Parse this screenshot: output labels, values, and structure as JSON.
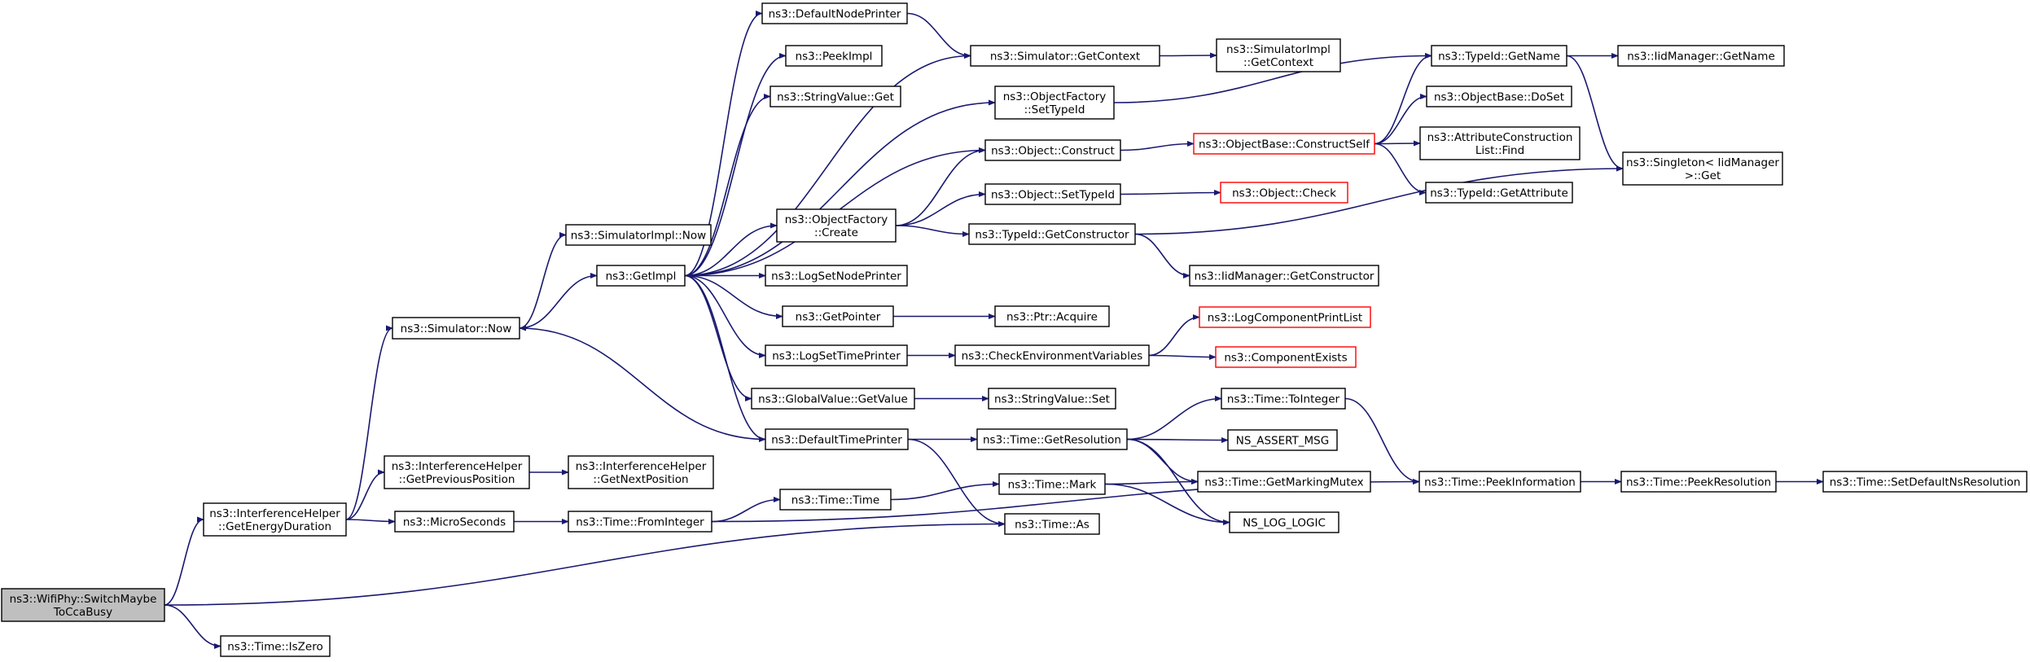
{
  "graph": {
    "root": "root",
    "colors": {
      "edge": "#191970",
      "node_border": "#000000",
      "missing_border": "#ff0000",
      "root_fill": "#bfbfbf",
      "node_fill": "#ffffff"
    },
    "nodes": [
      {
        "id": "root",
        "lines": [
          "ns3::WifiPhy::SwitchMaybe",
          "ToCcaBusy"
        ],
        "style": "root"
      },
      {
        "id": "isZero",
        "lines": [
          "ns3::Time::IsZero"
        ],
        "style": "normal"
      },
      {
        "id": "getEnergy",
        "lines": [
          "ns3::InterferenceHelper",
          "::GetEnergyDuration"
        ],
        "style": "normal"
      },
      {
        "id": "simNow",
        "lines": [
          "ns3::Simulator::Now"
        ],
        "style": "normal"
      },
      {
        "id": "getPrevPos",
        "lines": [
          "ns3::InterferenceHelper",
          "::GetPreviousPosition"
        ],
        "style": "normal"
      },
      {
        "id": "microSec",
        "lines": [
          "ns3::MicroSeconds"
        ],
        "style": "normal"
      },
      {
        "id": "getNextPos",
        "lines": [
          "ns3::InterferenceHelper",
          "::GetNextPosition"
        ],
        "style": "normal"
      },
      {
        "id": "simImplNow",
        "lines": [
          "ns3::SimulatorImpl::Now"
        ],
        "style": "normal"
      },
      {
        "id": "getImpl",
        "lines": [
          "ns3::GetImpl"
        ],
        "style": "normal"
      },
      {
        "id": "fromInteger",
        "lines": [
          "ns3::Time::FromInteger"
        ],
        "style": "normal"
      },
      {
        "id": "defNodePrinter",
        "lines": [
          "ns3::DefaultNodePrinter"
        ],
        "style": "normal"
      },
      {
        "id": "peekImpl",
        "lines": [
          "ns3::PeekImpl"
        ],
        "style": "normal"
      },
      {
        "id": "strValGet",
        "lines": [
          "ns3::StringValue::Get"
        ],
        "style": "normal"
      },
      {
        "id": "objFactCreate",
        "lines": [
          "ns3::ObjectFactory",
          "::Create"
        ],
        "style": "normal"
      },
      {
        "id": "logSetNodePrinter",
        "lines": [
          "ns3::LogSetNodePrinter"
        ],
        "style": "normal"
      },
      {
        "id": "getPointer",
        "lines": [
          "ns3::GetPointer"
        ],
        "style": "normal"
      },
      {
        "id": "logSetTimePrinter",
        "lines": [
          "ns3::LogSetTimePrinter"
        ],
        "style": "normal"
      },
      {
        "id": "globalValGet",
        "lines": [
          "ns3::GlobalValue::GetValue"
        ],
        "style": "normal"
      },
      {
        "id": "defTimePrinter",
        "lines": [
          "ns3::DefaultTimePrinter"
        ],
        "style": "normal"
      },
      {
        "id": "timeTime",
        "lines": [
          "ns3::Time::Time"
        ],
        "style": "normal"
      },
      {
        "id": "simGetContext",
        "lines": [
          "ns3::Simulator::GetContext"
        ],
        "style": "normal"
      },
      {
        "id": "objFactSetTypeId",
        "lines": [
          "ns3::ObjectFactory",
          "::SetTypeId"
        ],
        "style": "normal"
      },
      {
        "id": "objConstruct",
        "lines": [
          "ns3::Object::Construct"
        ],
        "style": "normal"
      },
      {
        "id": "objSetTypeId",
        "lines": [
          "ns3::Object::SetTypeId"
        ],
        "style": "normal"
      },
      {
        "id": "typeIdGetCtor",
        "lines": [
          "ns3::TypeId::GetConstructor"
        ],
        "style": "normal"
      },
      {
        "id": "ptrAcquire",
        "lines": [
          "ns3::Ptr::Acquire"
        ],
        "style": "normal"
      },
      {
        "id": "checkEnvVars",
        "lines": [
          "ns3::CheckEnvironmentVariables"
        ],
        "style": "normal"
      },
      {
        "id": "strValSet",
        "lines": [
          "ns3::StringValue::Set"
        ],
        "style": "normal"
      },
      {
        "id": "timeGetRes",
        "lines": [
          "ns3::Time::GetResolution"
        ],
        "style": "normal"
      },
      {
        "id": "timeMark",
        "lines": [
          "ns3::Time::Mark"
        ],
        "style": "normal"
      },
      {
        "id": "timeAs",
        "lines": [
          "ns3::Time::As"
        ],
        "style": "normal"
      },
      {
        "id": "simImplGetContext",
        "lines": [
          "ns3::SimulatorImpl",
          "::GetContext"
        ],
        "style": "normal"
      },
      {
        "id": "objBaseConstructSelf",
        "lines": [
          "ns3::ObjectBase::ConstructSelf"
        ],
        "style": "red"
      },
      {
        "id": "objCheck",
        "lines": [
          "ns3::Object::Check"
        ],
        "style": "red"
      },
      {
        "id": "iidMgrGetCtor",
        "lines": [
          "ns3::IidManager::GetConstructor"
        ],
        "style": "normal"
      },
      {
        "id": "logCompPrintList",
        "lines": [
          "ns3::LogComponentPrintList"
        ],
        "style": "red"
      },
      {
        "id": "compExists",
        "lines": [
          "ns3::ComponentExists"
        ],
        "style": "red"
      },
      {
        "id": "timeToInteger",
        "lines": [
          "ns3::Time::ToInteger"
        ],
        "style": "normal"
      },
      {
        "id": "nsAssertMsg",
        "lines": [
          "NS_ASSERT_MSG"
        ],
        "style": "normal"
      },
      {
        "id": "timeGetMarkingMutex",
        "lines": [
          "ns3::Time::GetMarkingMutex"
        ],
        "style": "normal"
      },
      {
        "id": "nsLogLogic",
        "lines": [
          "NS_LOG_LOGIC"
        ],
        "style": "normal"
      },
      {
        "id": "typeIdGetName",
        "lines": [
          "ns3::TypeId::GetName"
        ],
        "style": "normal"
      },
      {
        "id": "objBaseDoSet",
        "lines": [
          "ns3::ObjectBase::DoSet"
        ],
        "style": "normal"
      },
      {
        "id": "attrConstrListFind",
        "lines": [
          "ns3::AttributeConstruction",
          "List::Find"
        ],
        "style": "normal"
      },
      {
        "id": "typeIdGetAttr",
        "lines": [
          "ns3::TypeId::GetAttribute"
        ],
        "style": "normal"
      },
      {
        "id": "timePeekInfo",
        "lines": [
          "ns3::Time::PeekInformation"
        ],
        "style": "normal"
      },
      {
        "id": "iidMgrGetName",
        "lines": [
          "ns3::IidManager::GetName"
        ],
        "style": "normal"
      },
      {
        "id": "singletonGet",
        "lines": [
          "ns3::Singleton< IidManager",
          " >::Get"
        ],
        "style": "normal"
      },
      {
        "id": "timePeekRes",
        "lines": [
          "ns3::Time::PeekResolution"
        ],
        "style": "normal"
      },
      {
        "id": "timeSetDefRes",
        "lines": [
          "ns3::Time::SetDefaultNsResolution"
        ],
        "style": "normal"
      }
    ],
    "edges": [
      [
        "root",
        "isZero"
      ],
      [
        "root",
        "getEnergy"
      ],
      [
        "root",
        "timeAs"
      ],
      [
        "getEnergy",
        "simNow"
      ],
      [
        "getEnergy",
        "getPrevPos"
      ],
      [
        "getEnergy",
        "microSec"
      ],
      [
        "getPrevPos",
        "getNextPos"
      ],
      [
        "simNow",
        "simImplNow"
      ],
      [
        "simNow",
        "getImpl"
      ],
      [
        "microSec",
        "fromInteger"
      ],
      [
        "getImpl",
        "defNodePrinter"
      ],
      [
        "getImpl",
        "peekImpl"
      ],
      [
        "getImpl",
        "strValGet"
      ],
      [
        "getImpl",
        "simGetContext"
      ],
      [
        "getImpl",
        "objFactSetTypeId"
      ],
      [
        "getImpl",
        "objConstruct"
      ],
      [
        "getImpl",
        "objFactCreate"
      ],
      [
        "getImpl",
        "logSetNodePrinter"
      ],
      [
        "getImpl",
        "getPointer"
      ],
      [
        "getImpl",
        "logSetTimePrinter"
      ],
      [
        "getImpl",
        "globalValGet"
      ],
      [
        "getImpl",
        "defTimePrinter"
      ],
      [
        "defNodePrinter",
        "simGetContext"
      ],
      [
        "simGetContext",
        "simImplGetContext"
      ],
      [
        "objFactSetTypeId",
        "typeIdGetName"
      ],
      [
        "objFactCreate",
        "objConstruct"
      ],
      [
        "objFactCreate",
        "objSetTypeId"
      ],
      [
        "objFactCreate",
        "typeIdGetCtor"
      ],
      [
        "objConstruct",
        "objBaseConstructSelf"
      ],
      [
        "objSetTypeId",
        "objCheck"
      ],
      [
        "typeIdGetCtor",
        "iidMgrGetCtor"
      ],
      [
        "typeIdGetCtor",
        "singletonGet"
      ],
      [
        "getPointer",
        "ptrAcquire"
      ],
      [
        "logSetTimePrinter",
        "checkEnvVars"
      ],
      [
        "checkEnvVars",
        "logCompPrintList"
      ],
      [
        "checkEnvVars",
        "compExists"
      ],
      [
        "globalValGet",
        "strValSet"
      ],
      [
        "defTimePrinter",
        "simNow"
      ],
      [
        "defTimePrinter",
        "timeGetRes"
      ],
      [
        "defTimePrinter",
        "timeAs"
      ],
      [
        "fromInteger",
        "timeTime"
      ],
      [
        "fromInteger",
        "timePeekInfo"
      ],
      [
        "timeTime",
        "timeMark"
      ],
      [
        "timeMark",
        "timeGetMarkingMutex"
      ],
      [
        "timeMark",
        "nsLogLogic"
      ],
      [
        "timeGetRes",
        "timeToInteger"
      ],
      [
        "timeGetRes",
        "nsAssertMsg"
      ],
      [
        "timeGetRes",
        "timeGetMarkingMutex"
      ],
      [
        "timeGetRes",
        "nsLogLogic"
      ],
      [
        "timeToInteger",
        "timePeekInfo"
      ],
      [
        "objBaseConstructSelf",
        "typeIdGetName"
      ],
      [
        "objBaseConstructSelf",
        "objBaseDoSet"
      ],
      [
        "objBaseConstructSelf",
        "attrConstrListFind"
      ],
      [
        "objBaseConstructSelf",
        "typeIdGetAttr"
      ],
      [
        "typeIdGetName",
        "iidMgrGetName"
      ],
      [
        "typeIdGetName",
        "singletonGet"
      ],
      [
        "timePeekInfo",
        "timePeekRes"
      ],
      [
        "timePeekRes",
        "timeSetDefRes"
      ]
    ]
  }
}
